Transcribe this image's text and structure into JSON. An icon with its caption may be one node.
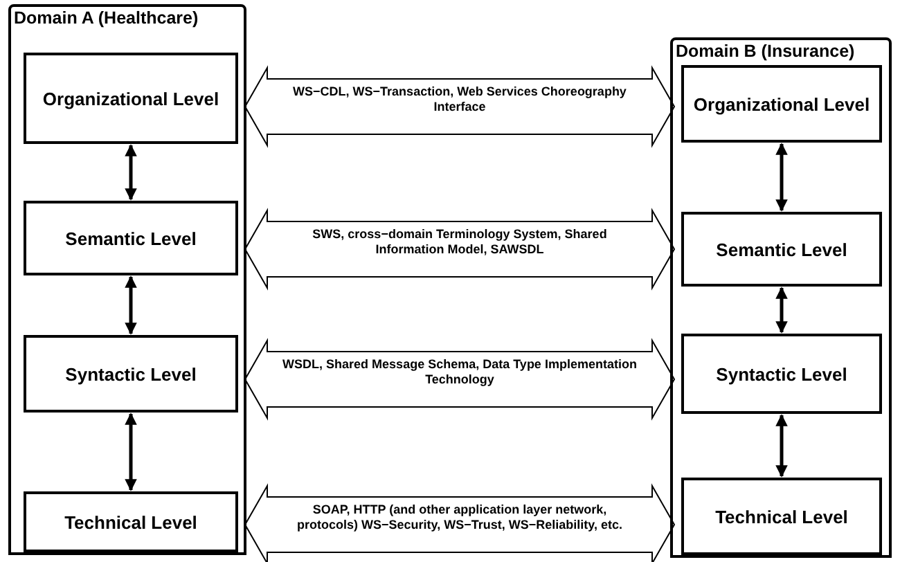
{
  "diagram": {
    "nodes": [
      {
        "text": [
          "Domain A (Healthcare)"
        ]
      },
      {
        "text": [
          "Organizational Level"
        ],
        "in": 0
      },
      {
        "text": [
          "Semantic Level"
        ],
        "in": 0
      },
      {
        "text": [
          "Syntactic Level"
        ],
        "in": 0
      },
      {
        "text": [
          "Technical Level"
        ],
        "in": 0
      },
      {
        "text": [
          "Domain B (Insurance)"
        ]
      },
      {
        "text": [
          "Organizational Level"
        ],
        "in": 5
      },
      {
        "text": [
          "Semantic Level"
        ],
        "in": 5
      },
      {
        "text": [
          "Syntactic Level"
        ],
        "in": 5
      },
      {
        "text": [
          "Technical Level"
        ],
        "in": 5
      }
    ],
    "edges": [
      {
        "from": 1,
        "to": 2,
        "arrow": "both"
      },
      {
        "from": 2,
        "to": 3,
        "arrow": "both"
      },
      {
        "from": 3,
        "to": 4,
        "arrow": "both"
      },
      {
        "from": 6,
        "to": 7,
        "arrow": "both"
      },
      {
        "from": 7,
        "to": 8,
        "arrow": "both"
      },
      {
        "from": 8,
        "to": 9,
        "arrow": "both"
      },
      {
        "from": 1,
        "to": 6,
        "arrow": "both",
        "label": "WS−CDL,  WS−Transaction, Web Services Choreography Interface"
      },
      {
        "from": 2,
        "to": 7,
        "arrow": "both",
        "label": "SWS, cross−domain Terminology System, Shared Information Model, SAWSDL"
      },
      {
        "from": 3,
        "to": 8,
        "arrow": "both",
        "label": "WSDL, Shared Message Schema, Data Type Implementation Technology"
      },
      {
        "from": 4,
        "to": 9,
        "arrow": "both",
        "label": "SOAP, HTTP (and other application layer network, protocols) WS−Security, WS−Trust, WS−Reliability, etc."
      }
    ]
  }
}
